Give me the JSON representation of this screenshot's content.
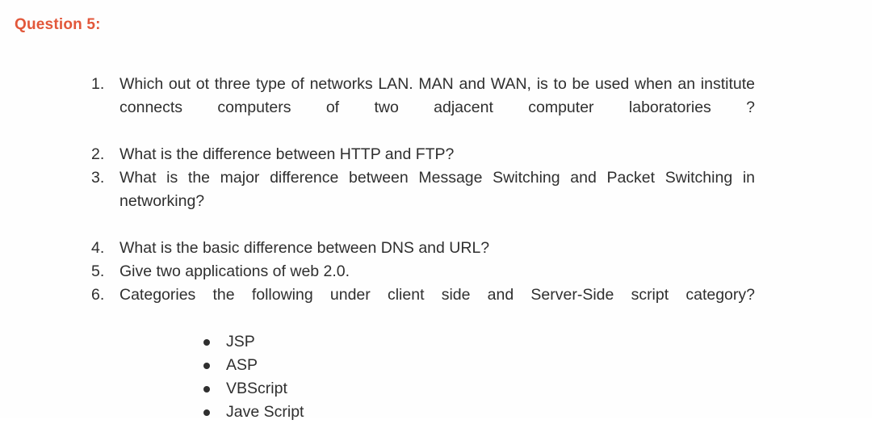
{
  "page": {
    "background_color": "#fefefe",
    "text_color": "#2f2f2f"
  },
  "heading": {
    "label": "Question 5:",
    "color": "#e2573a"
  },
  "questions": [
    {
      "number": "1.",
      "text": "Which out ot three type of networks LAN. MAN and WAN, is to be used when an institute connects computers of two adjacent computer laboratories ?"
    },
    {
      "number": "2.",
      "text": "What is the difference between HTTP and FTP?"
    },
    {
      "number": "3.",
      "text": "What is the major difference between Message Switching and Packet Switching in networking?"
    },
    {
      "number": "4.",
      "text": "What is the basic difference between DNS and URL?"
    },
    {
      "number": "5.",
      "text": "Give two applications of web 2.0."
    },
    {
      "number": "6.",
      "text": "Categories the following under client side and Server-Side script category?"
    }
  ],
  "sub_list": {
    "bullet_glyph": "bullet-point",
    "items": [
      {
        "label": "JSP"
      },
      {
        "label": "ASP"
      },
      {
        "label": "VBScript"
      },
      {
        "label": "Jave Script"
      }
    ]
  }
}
